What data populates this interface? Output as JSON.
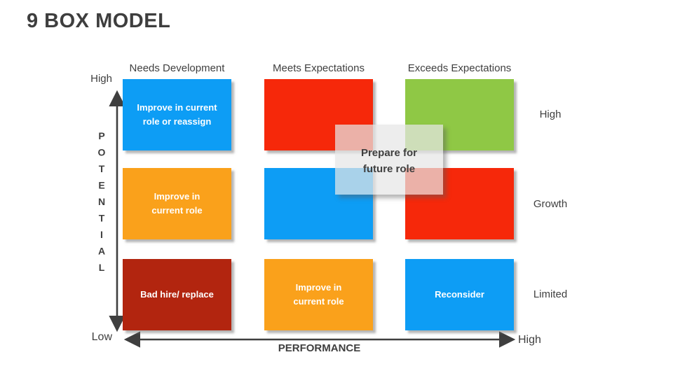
{
  "title": "9 BOX MODEL",
  "columns": [
    {
      "label": "Needs Development"
    },
    {
      "label": "Meets Expectations"
    },
    {
      "label": "Exceeds Expectations"
    }
  ],
  "row_labels": [
    {
      "label": "High"
    },
    {
      "label": "Growth"
    },
    {
      "label": "Limited"
    }
  ],
  "y_axis": {
    "title": "POTENTIAL",
    "top_label": "High",
    "bottom_label": "Low"
  },
  "x_axis": {
    "title": "PERFORMANCE",
    "end_label": "High"
  },
  "overlay": {
    "lines": [
      "Prepare for",
      "future role"
    ]
  },
  "cells": [
    {
      "lines": [
        "Improve in current",
        "role or reassign"
      ],
      "color": "#0D9DF5"
    },
    {
      "lines": [],
      "color": "#F6280A"
    },
    {
      "lines": [],
      "color": "#8FC845"
    },
    {
      "lines": [
        "Improve in",
        "current role"
      ],
      "color": "#FAA11B"
    },
    {
      "lines": [],
      "color": "#0D9DF5"
    },
    {
      "lines": [],
      "color": "#F6280A"
    },
    {
      "lines": [
        "Bad hire/ replace"
      ],
      "color": "#B2250F"
    },
    {
      "lines": [
        "Improve in",
        "current role"
      ],
      "color": "#FAA11B"
    },
    {
      "lines": [
        "Reconsider"
      ],
      "color": "#0D9DF5"
    }
  ],
  "theme": {
    "text_color": "#3F3F3F",
    "arrow_color": "#3F3F3F",
    "cell_text_color": "#FFFFFF",
    "overlay_fill": "rgba(230,230,230,0.72)"
  }
}
